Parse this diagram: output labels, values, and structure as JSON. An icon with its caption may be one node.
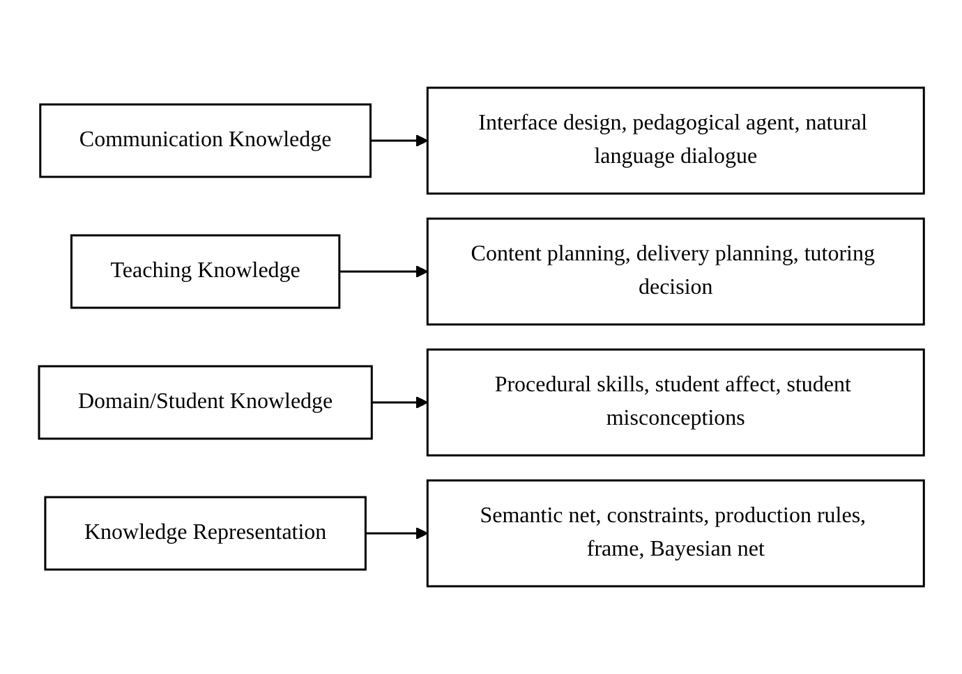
{
  "diagram": {
    "nodes": [
      {
        "text": [
          "Communication Knowledge"
        ]
      },
      {
        "text": [
          "Interface design, pedagogical agent, natural language dialogue"
        ]
      },
      {
        "text": [
          "Teaching Knowledge"
        ]
      },
      {
        "text": [
          "Content planning, delivery planning, tutoring decision"
        ]
      },
      {
        "text": [
          "Domain/Student Knowledge"
        ]
      },
      {
        "text": [
          "Procedural skills, student affect, student misconceptions"
        ]
      },
      {
        "text": [
          "Knowledge Representation"
        ]
      },
      {
        "text": [
          "Semantic net, constraints, production rules, frame, Bayesian net"
        ]
      }
    ],
    "edges": [
      {
        "from": 0,
        "to": 1,
        "arrow": "to"
      },
      {
        "from": 2,
        "to": 3,
        "arrow": "to"
      },
      {
        "from": 4,
        "to": 5,
        "arrow": "to"
      },
      {
        "from": 6,
        "to": 7,
        "arrow": "to"
      }
    ]
  }
}
